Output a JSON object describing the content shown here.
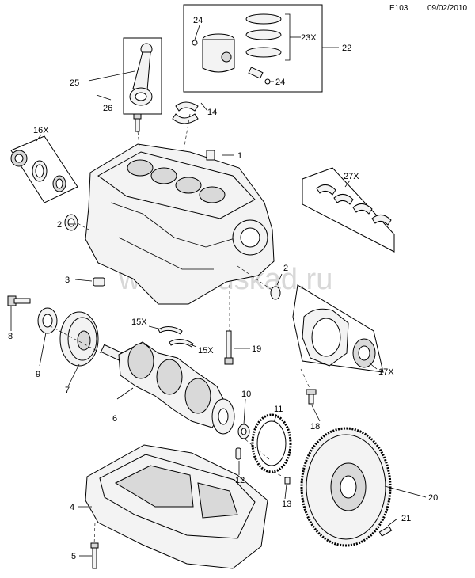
{
  "header": {
    "code": "E103",
    "date": "09/02/2010"
  },
  "watermark": "www.gruskad.ru",
  "callouts": {
    "c1": "1",
    "c2a": "2",
    "c2b": "2",
    "c3": "3",
    "c4": "4",
    "c5": "5",
    "c6": "6",
    "c7": "7",
    "c8": "8",
    "c9": "9",
    "c10": "10",
    "c11": "11",
    "c12": "12",
    "c13": "13",
    "c14": "14",
    "c15a": "15X",
    "c15b": "15X",
    "c16": "16X",
    "c17": "17X",
    "c18": "18",
    "c19": "19",
    "c20": "20",
    "c21": "21",
    "c22": "22",
    "c23": "23X",
    "c24a": "24",
    "c24b": "24",
    "c25": "25",
    "c26": "26",
    "c27": "27X"
  }
}
